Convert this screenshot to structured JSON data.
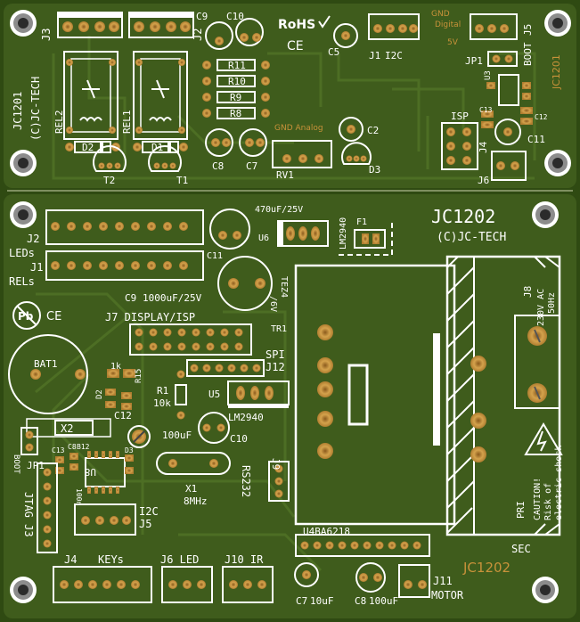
{
  "colors": {
    "board": "#3d5a1a",
    "board_edge": "#2a4010",
    "trace": "#4a6b22",
    "silkscreen": "#ffffff",
    "copper": "#c8923a",
    "pad": "#d4a24c"
  },
  "upper_board": {
    "connectors": {
      "j3": "J3",
      "j2": "J2",
      "j1": "J1",
      "j5": "J5",
      "j4": "J4",
      "j6": "J6",
      "jp1": "JP1"
    },
    "relays": {
      "rel2": "REL2",
      "rel1": "REL1"
    },
    "diodes": {
      "d2": "D2",
      "d1": "D1",
      "d3": "D3"
    },
    "transistors": {
      "t2": "T2",
      "t1": "T1"
    },
    "resistors": {
      "r11": "R11",
      "r10": "R10",
      "r9": "R9",
      "r8": "R8"
    },
    "capacitors": {
      "c9": "C9",
      "c10": "C10",
      "c5": "C5",
      "c8": "C8",
      "c7": "C7",
      "c2": "C2",
      "c13": "C13",
      "c12": "C12",
      "c11": "C11"
    },
    "labels": {
      "rohs": "RoHS",
      "ce": "CE",
      "i2c": "I2C",
      "boot": "BOOT",
      "isp": "ISP",
      "rv1": "RV1",
      "u3": "U3",
      "gnd_analog": "GND Analog",
      "gnd_digital_1": "GND",
      "gnd_digital_2": "Digital",
      "five_v": "5V",
      "jc1201_left": "JC1201",
      "jc_tech_left": "(C)JC-TECH",
      "jc1201_right": "JC1201"
    }
  },
  "lower_board": {
    "title": "JC1202",
    "subtitle": "(C)JC-TECH",
    "bottom_title": "JC1202",
    "labels": {
      "j2": "J2",
      "leds": "LEDs",
      "j1": "J1",
      "rels": "RELs",
      "c11": "C11",
      "c9": "C9",
      "c9_value": "1000uF/25V",
      "c11_value": "470uF/25V",
      "u6": "U6",
      "u6_part": "LM2940",
      "f1": "F1",
      "tr1": "TR1",
      "tez_1": "TEZ4",
      "tez_2": "/6V",
      "j7": "J7 DISPLAY/ISP",
      "spi": "SPI",
      "j12": "J12",
      "bat1": "BAT1",
      "r15": "R15",
      "r15_value": "1k",
      "d2": "D2",
      "c12": "C12",
      "r1": "R1",
      "r1_value": "10k",
      "u5": "U5",
      "u5_part": "LM2940",
      "c10": "C10",
      "c10_value": "100uF",
      "x2": "X2",
      "boot": "BOOT",
      "jp1": "JP1",
      "c13": "C13",
      "c8": "C8",
      "b12": "B12",
      "d3": "D3",
      "u8": "U8",
      "hundred_n": "100n",
      "jtag": "JTAG J3",
      "x1": "X1",
      "x1_value": "8MHz",
      "rs232": "RS232",
      "j9": "J9",
      "i2c": "I2C",
      "j5": "J5",
      "u4": "U4BA6218",
      "j4": "J4",
      "keys": "KEYs",
      "j6_led": "J6 LED",
      "j10_ir": "J10 IR",
      "j11": "J11",
      "motor": "MOTOR",
      "c7": "C7",
      "c7_value": "10uF",
      "c8_motor": "C8",
      "c8_value": "100uF",
      "j8": "J8",
      "ac_1": "230V AC",
      "ac_2": "50Hz",
      "pri": "PRI",
      "sec": "SEC",
      "caution_1": "CAUTION!",
      "caution_2": "Risk of",
      "caution_3": "electric shock",
      "pb": "Pb",
      "ce": "CE"
    }
  }
}
